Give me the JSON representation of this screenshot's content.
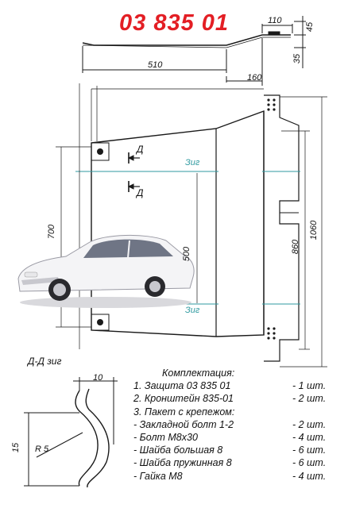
{
  "header": {
    "part_number": "03 835 01",
    "color": "#e31e24"
  },
  "dimensions": {
    "d110": "110",
    "d45": "45",
    "d35": "35",
    "d510": "510",
    "d160": "160",
    "d700": "700",
    "d500": "500",
    "d860": "860",
    "d1060": "1060",
    "d10": "10",
    "d15": "15",
    "r5": "R 5"
  },
  "labels": {
    "section_mark_1": "Д",
    "section_mark_2": "Д",
    "zig_top": "Зиг",
    "zig_bottom": "Зиг",
    "section_title": "Д-Д зиг"
  },
  "kit": {
    "title": "Комплектация:",
    "items": [
      {
        "text": "1. Защита 03 835 01",
        "qty": "- 1 шт."
      },
      {
        "text": "2. Кронштейн 835-01",
        "qty": "- 2 шт."
      },
      {
        "text": "3. Пакет с крепежом:",
        "qty": ""
      },
      {
        "text": " - Закладной болт 1-2",
        "qty": "- 2 шт."
      },
      {
        "text": " - Болт М8х30",
        "qty": "- 4 шт."
      },
      {
        "text": " - Шайба большая 8",
        "qty": "- 6 шт."
      },
      {
        "text": " - Шайба пружинная 8",
        "qty": "- 6 шт."
      },
      {
        "text": " - Гайка М8",
        "qty": "- 4 шт."
      }
    ]
  },
  "colors": {
    "line": "#1a1a1a",
    "zig": "#2f9aa0",
    "car_body": "#f4f4f6"
  }
}
